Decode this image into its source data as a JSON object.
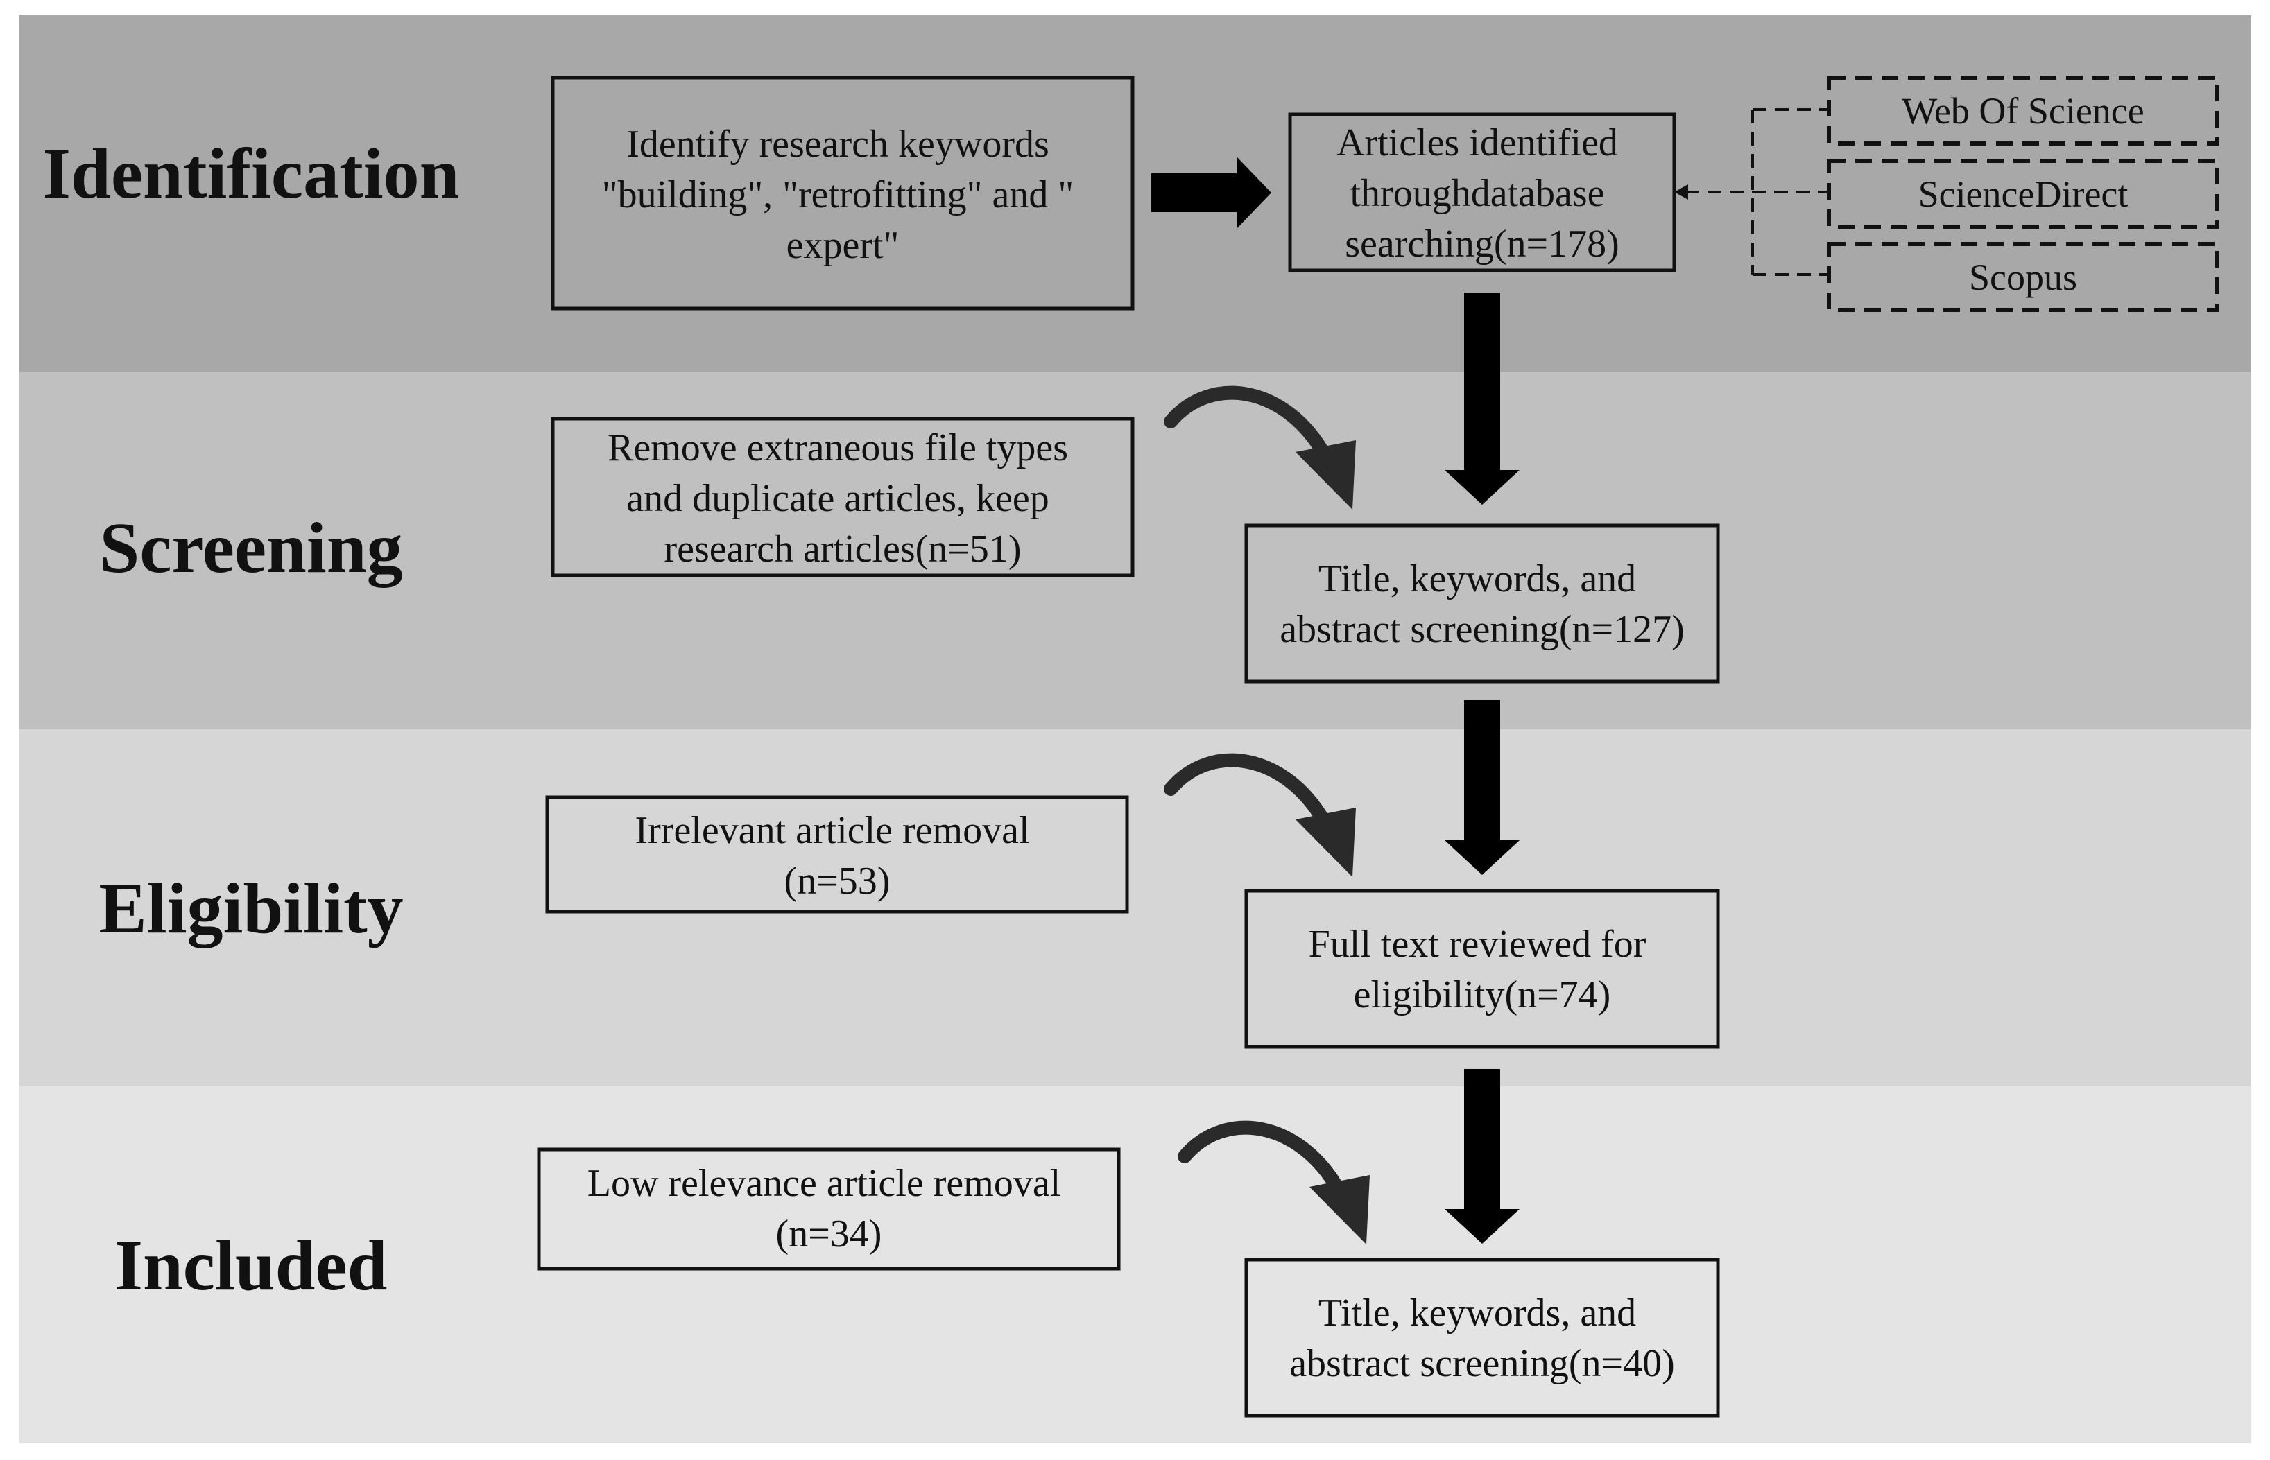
{
  "stages": [
    {
      "label": "Identification",
      "color": "#a8a8a8"
    },
    {
      "label": "Screening",
      "color": "#c0c0c0"
    },
    {
      "label": "Eligibility",
      "color": "#d6d6d6"
    },
    {
      "label": "Included",
      "color": "#e4e4e4"
    }
  ],
  "keywords_box": {
    "lines": [
      "Identify research keywords",
      "\"building\", \"retrofitting\"  and \"",
      "expert\""
    ]
  },
  "sources": [
    "Web Of Science",
    "ScienceDirect",
    "Scopus"
  ],
  "main_boxes": [
    {
      "lines": [
        "Articles identified",
        "throughdatabase",
        "searching(n=178)"
      ]
    },
    {
      "lines": [
        "Title, keywords, and",
        "abstract screening(n=127)"
      ]
    },
    {
      "lines": [
        "Full text reviewed for",
        "eligibility(n=74)"
      ]
    },
    {
      "lines": [
        "Title, keywords, and",
        "abstract screening(n=40)"
      ]
    }
  ],
  "removal_boxes": [
    {
      "lines": [
        "Remove extraneous file types",
        "and duplicate articles, keep",
        "research articles(n=51)"
      ]
    },
    {
      "lines": [
        "Irrelevant article removal",
        "(n=53)"
      ]
    },
    {
      "lines": [
        "Low relevance article removal",
        "(n=34)"
      ]
    }
  ]
}
